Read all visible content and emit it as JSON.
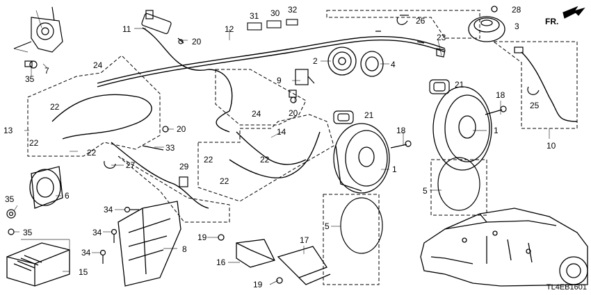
{
  "diagram": {
    "code": "TL4EB1601",
    "direction_label": "FR.",
    "callouts": [
      {
        "id": "c31",
        "text": "31"
      },
      {
        "id": "c30",
        "text": "30"
      },
      {
        "id": "c32",
        "text": "32"
      },
      {
        "id": "c26",
        "text": "26"
      },
      {
        "id": "c28",
        "text": "28"
      },
      {
        "id": "c3",
        "text": "3"
      },
      {
        "id": "c11",
        "text": "11"
      },
      {
        "id": "c20a",
        "text": "20"
      },
      {
        "id": "c12",
        "text": "12"
      },
      {
        "id": "c23",
        "text": "23"
      },
      {
        "id": "c7",
        "text": "7"
      },
      {
        "id": "c35a",
        "text": "35"
      },
      {
        "id": "c2",
        "text": "2"
      },
      {
        "id": "c4",
        "text": "4"
      },
      {
        "id": "c24a",
        "text": "24"
      },
      {
        "id": "c9",
        "text": "9"
      },
      {
        "id": "c21a",
        "text": "21"
      },
      {
        "id": "c20b",
        "text": "20"
      },
      {
        "id": "c18a",
        "text": "18"
      },
      {
        "id": "c25",
        "text": "25"
      },
      {
        "id": "c22a",
        "text": "22"
      },
      {
        "id": "c24b",
        "text": "24"
      },
      {
        "id": "c21b",
        "text": "21"
      },
      {
        "id": "c1a",
        "text": "1"
      },
      {
        "id": "c13",
        "text": "13"
      },
      {
        "id": "c20c",
        "text": "20"
      },
      {
        "id": "c22b",
        "text": "22"
      },
      {
        "id": "c14",
        "text": "14"
      },
      {
        "id": "c18b",
        "text": "18"
      },
      {
        "id": "c10",
        "text": "10"
      },
      {
        "id": "c33",
        "text": "33"
      },
      {
        "id": "c22c",
        "text": "22"
      },
      {
        "id": "c22d",
        "text": "22"
      },
      {
        "id": "c27",
        "text": "27"
      },
      {
        "id": "c22e",
        "text": "22"
      },
      {
        "id": "c1b",
        "text": "1"
      },
      {
        "id": "c29",
        "text": "29"
      },
      {
        "id": "c22f",
        "text": "22"
      },
      {
        "id": "c6",
        "text": "6"
      },
      {
        "id": "c35b",
        "text": "35"
      },
      {
        "id": "c5a",
        "text": "5"
      },
      {
        "id": "c34a",
        "text": "34"
      },
      {
        "id": "c5b",
        "text": "5"
      },
      {
        "id": "c35c",
        "text": "35"
      },
      {
        "id": "c34b",
        "text": "34"
      },
      {
        "id": "c19a",
        "text": "19"
      },
      {
        "id": "c17",
        "text": "17"
      },
      {
        "id": "c8",
        "text": "8"
      },
      {
        "id": "c34c",
        "text": "34"
      },
      {
        "id": "c16",
        "text": "16"
      },
      {
        "id": "c15",
        "text": "15"
      },
      {
        "id": "c19b",
        "text": "19"
      }
    ]
  }
}
